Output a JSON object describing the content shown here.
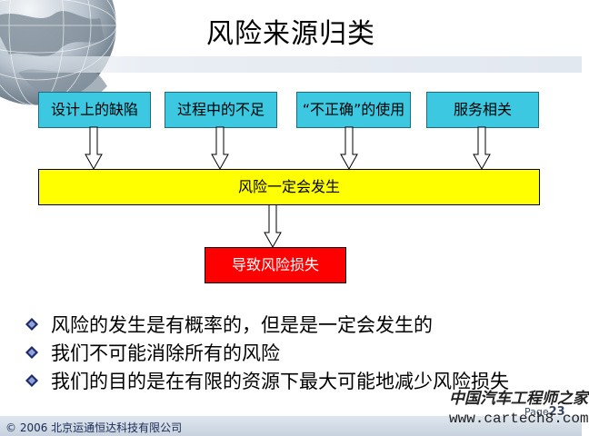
{
  "slide": {
    "title": "风险来源归类",
    "sources": [
      "设计上的缺陷",
      "过程中的不足",
      "“不正确”的使用",
      "服务相关"
    ],
    "center_label": "风险一定会发生",
    "result_label": "导致风险损失",
    "bullets": [
      "风险的发生是有概率的，但是是一定会发生的",
      "我们不可能消除所有的风险",
      "我们的目的是在有限的资源下最大可能地减少风险损失"
    ]
  },
  "footer": {
    "copyright": "© 2006 北京运通恒达科技有限公司",
    "page_prefix": "Page",
    "page_number": "23"
  },
  "watermark": {
    "cn": "中国汽车工程师之家",
    "url": "www.cartech8.com"
  },
  "colors": {
    "source_box": "#3cc8e0",
    "center_box": "#ffff00",
    "result_box": "#ff0000",
    "bullet": "#1f2a6e"
  }
}
